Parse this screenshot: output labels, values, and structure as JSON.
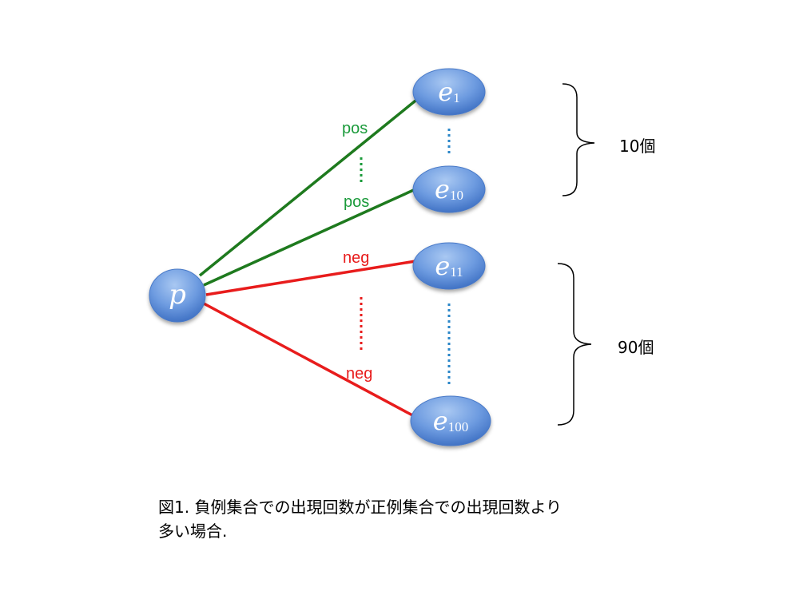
{
  "nodes": {
    "p": {
      "label": "p",
      "sub": ""
    },
    "e1": {
      "label": "e",
      "sub": "1"
    },
    "e10": {
      "label": "e",
      "sub": "10"
    },
    "e11": {
      "label": "e",
      "sub": "11"
    },
    "e100": {
      "label": "e",
      "sub": "100"
    }
  },
  "edges": {
    "pos_top": "pos",
    "pos_bottom": "pos",
    "neg_top": "neg",
    "neg_bottom": "neg"
  },
  "groups": {
    "top_count": "10個",
    "bottom_count": "90個"
  },
  "caption": {
    "line1": "図1. 負例集合での出現回数が正例集合での出現回数より",
    "line2": "多い場合."
  },
  "colors": {
    "pos": "#1e7a1e",
    "neg": "#e81c1c",
    "pos_label": "#1a9a3a",
    "neg_label": "#e81c1c",
    "dots": "#2a86c8",
    "node_fill_top": "#8fb6ec",
    "node_fill_bottom": "#3f74c8"
  }
}
